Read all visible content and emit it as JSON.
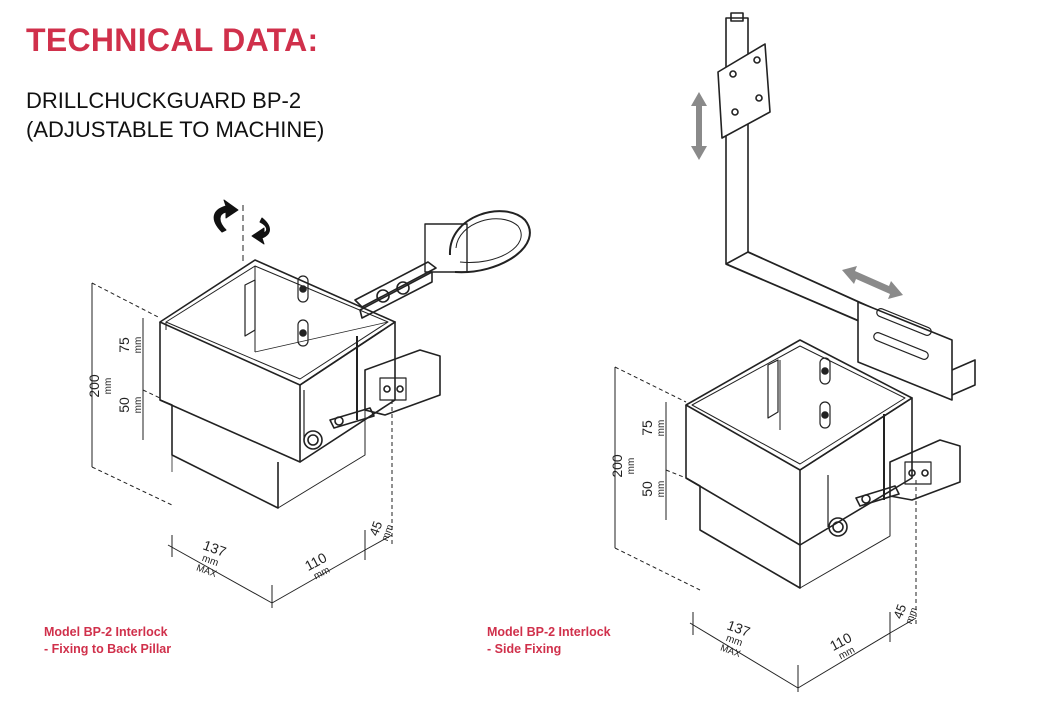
{
  "header": {
    "title": "TECHNICAL DATA:",
    "product_line1": "DRILLCHUCKGUARD BP-2",
    "product_line2": "(ADJUSTABLE TO MACHINE)"
  },
  "colors": {
    "accent": "#d0304b",
    "line": "#222222",
    "arrow_grey": "#8a8a8a"
  },
  "dimensions": {
    "height_total": "200",
    "height_upper": "75",
    "height_lower": "50",
    "depth": "137",
    "width": "110",
    "offset": "45",
    "unit": "mm",
    "max_label": "MAX"
  },
  "models": [
    {
      "line1": "Model BP-2 Interlock",
      "line2": "- Fixing to Back Pillar"
    },
    {
      "line1": "Model BP-2 Interlock",
      "line2": "- Side Fixing"
    }
  ],
  "icons": [
    "rotate-left-arrow-icon",
    "rotate-right-arrow-icon",
    "vertical-adjust-arrow-icon",
    "horizontal-adjust-arrow-icon"
  ]
}
